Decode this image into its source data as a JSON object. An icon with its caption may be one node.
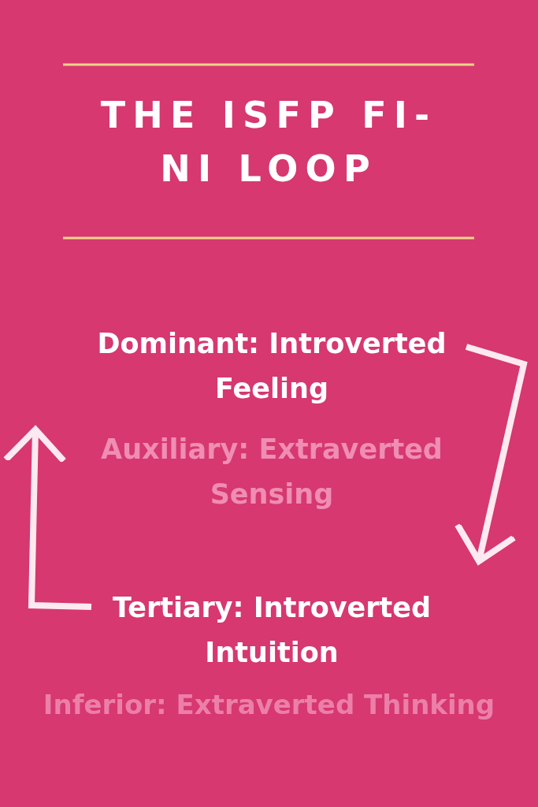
{
  "diagram": {
    "title": "THE ISFP FI-NI LOOP",
    "nodes": [
      {
        "text": [
          "Dominant: Introverted Feeling"
        ]
      },
      {
        "text": [
          "Tertiary: Introverted Intuition"
        ]
      }
    ],
    "edges": [
      {
        "from": 0,
        "to": 1,
        "arrow": "to"
      },
      {
        "from": 1,
        "to": 0,
        "arrow": "to"
      }
    ],
    "labels": [
      "Auxiliary: Extraverted Sensing",
      "Inferior: Extraverted Thinking"
    ]
  }
}
